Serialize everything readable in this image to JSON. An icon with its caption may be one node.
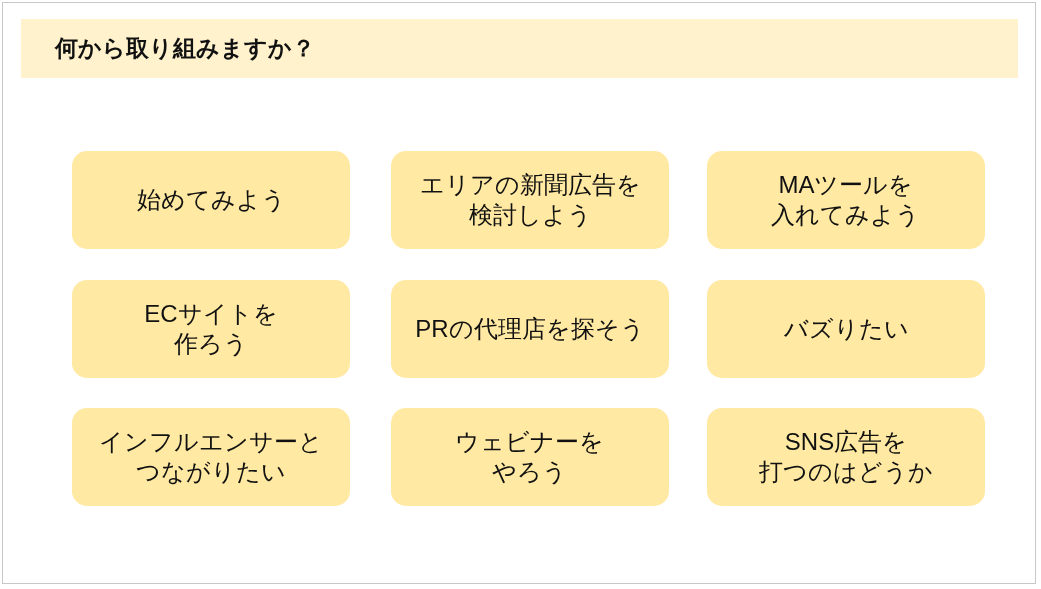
{
  "diagram": {
    "title": "何から取り組みますか？",
    "nodes": [
      {
        "text": [
          "始めてみよう"
        ]
      },
      {
        "text": [
          "エリアの新聞広告を検討しよう"
        ]
      },
      {
        "text": [
          "MAツールを入れてみよう"
        ]
      },
      {
        "text": [
          "ECサイトを作ろう"
        ]
      },
      {
        "text": [
          "PRの代理店を探そう"
        ]
      },
      {
        "text": [
          "バズりたい"
        ]
      },
      {
        "text": [
          "インフルエンサーとつながりたい"
        ]
      },
      {
        "text": [
          "ウェビナーをやろう"
        ]
      },
      {
        "text": [
          "SNS広告を打つのはどうか"
        ]
      }
    ]
  }
}
